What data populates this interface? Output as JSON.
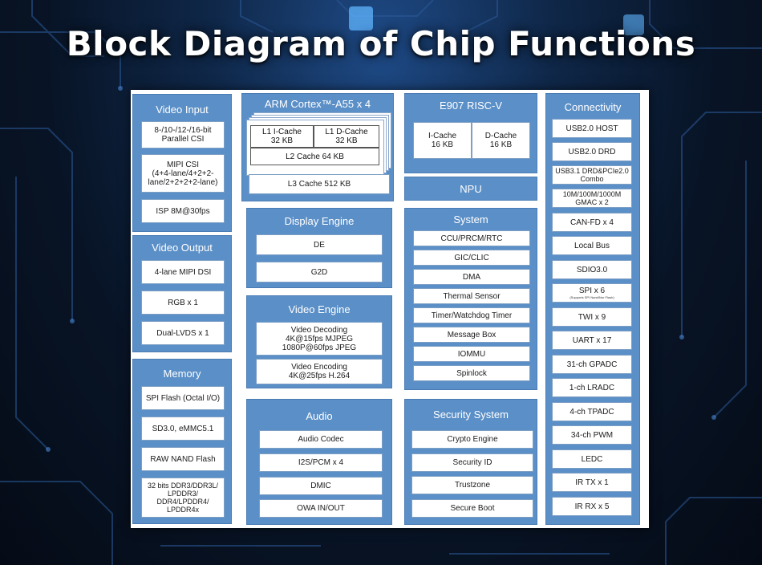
{
  "title": "Block Diagram of Chip Functions",
  "colors": {
    "block_fill": "#5b8fc7",
    "panel": "#ffffff",
    "background": "#0b1a30"
  },
  "video_input": {
    "title": "Video Input",
    "items": [
      "8-/10-/12-/16-bit\nParallel CSI",
      "MIPI CSI\n(4+4-lane/4+2+2-\nlane/2+2+2+2-lane)",
      "ISP 8M@30fps"
    ]
  },
  "video_output": {
    "title": "Video Output",
    "items": [
      "4-lane MIPI DSI",
      "RGB x 1",
      "Dual-LVDS x 1"
    ]
  },
  "memory": {
    "title": "Memory",
    "items": [
      "SPI Flash (Octal I/O)",
      "SD3.0, eMMC5.1",
      "RAW NAND Flash",
      "32 bits DDR3/DDR3L/\nLPDDR3/\nDDR4/LPDDR4/\nLPDDR4x"
    ]
  },
  "arm": {
    "title": "ARM Cortex™-A55 x 4",
    "l1i": "L1 I-Cache\n32 KB",
    "l1d": "L1 D-Cache\n32 KB",
    "l2": "L2 Cache 64 KB",
    "l3": "L3 Cache 512 KB"
  },
  "display_engine": {
    "title": "Display Engine",
    "items": [
      "DE",
      "G2D"
    ]
  },
  "video_engine": {
    "title": "Video Engine",
    "items": [
      "Video Decoding\n4K@15fps MJPEG\n1080P@60fps JPEG",
      "Video Encoding\n4K@25fps H.264"
    ]
  },
  "audio": {
    "title": "Audio",
    "items": [
      "Audio Codec",
      "I2S/PCM x 4",
      "DMIC",
      "OWA IN/OUT"
    ]
  },
  "risc": {
    "title": "E907 RISC-V",
    "icache": "I-Cache\n16 KB",
    "dcache": "D-Cache\n16 KB"
  },
  "npu": {
    "title": "NPU"
  },
  "system": {
    "title": "System",
    "items": [
      "CCU/PRCM/RTC",
      "GIC/CLIC",
      "DMA",
      "Thermal Sensor",
      "Timer/Watchdog Timer",
      "Message Box",
      "IOMMU",
      "Spinlock"
    ]
  },
  "security": {
    "title": "Security System",
    "items": [
      "Crypto Engine",
      "Security ID",
      "Trustzone",
      "Secure Boot"
    ]
  },
  "connectivity": {
    "title": "Connectivity",
    "items": [
      "USB2.0 HOST",
      "USB2.0 DRD",
      "USB3.1 DRD&PCIe2.0\nCombo",
      "10M/100M/1000M\nGMAC x 2",
      "CAN-FD x 4",
      "Local Bus",
      "SDIO3.0",
      "SPI x 6",
      "TWI x 9",
      "UART x 17",
      "31-ch GPADC",
      "1-ch LRADC",
      "4-ch TPADC",
      "34-ch PWM",
      "LEDC",
      "IR TX x 1",
      "IR RX x 5"
    ],
    "spi_note": "(Supports SPI Nand/Nor Flash)"
  }
}
